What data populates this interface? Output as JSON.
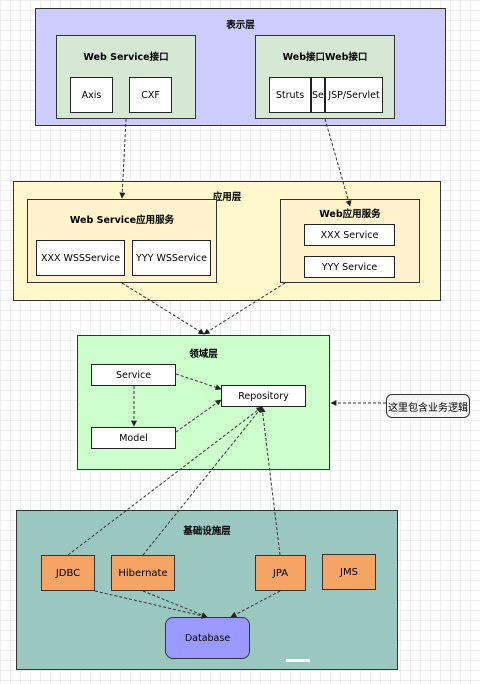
{
  "presentation": {
    "title": "表示层",
    "webservice_interface": {
      "title": "Web Service接口",
      "items": [
        "Axis",
        "CXF"
      ]
    },
    "web_interface": {
      "title": "Web接口Web接口",
      "items": [
        "Struts",
        "Se",
        "JSP/Servlet"
      ]
    }
  },
  "application": {
    "title": "应用层",
    "webservice_app": {
      "title": "Web Service应用服务",
      "items": [
        "XXX WSSService",
        "YYY WSService"
      ]
    },
    "web_app": {
      "title": "Web应用服务",
      "items": [
        "XXX Service",
        "YYY Service"
      ]
    }
  },
  "domain": {
    "title": "领域层",
    "service": "Service",
    "model": "Model",
    "repository": "Repository"
  },
  "note": "这里包含业务逻辑",
  "infrastructure": {
    "title": "基础设施层",
    "items": [
      "JDBC",
      "Hibernate",
      "JPA",
      "JMS"
    ],
    "database": "Database"
  },
  "colors": {
    "presentation_fill": "#ccccff",
    "inner_green": "#d5e8d4",
    "application_fill": "#fff8cc",
    "inner_cream": "#fff2cc",
    "domain_fill": "#ccffcc",
    "infrastructure_fill": "#9ac7bf",
    "orange": "#f5a463",
    "database_fill": "#9999ff"
  }
}
